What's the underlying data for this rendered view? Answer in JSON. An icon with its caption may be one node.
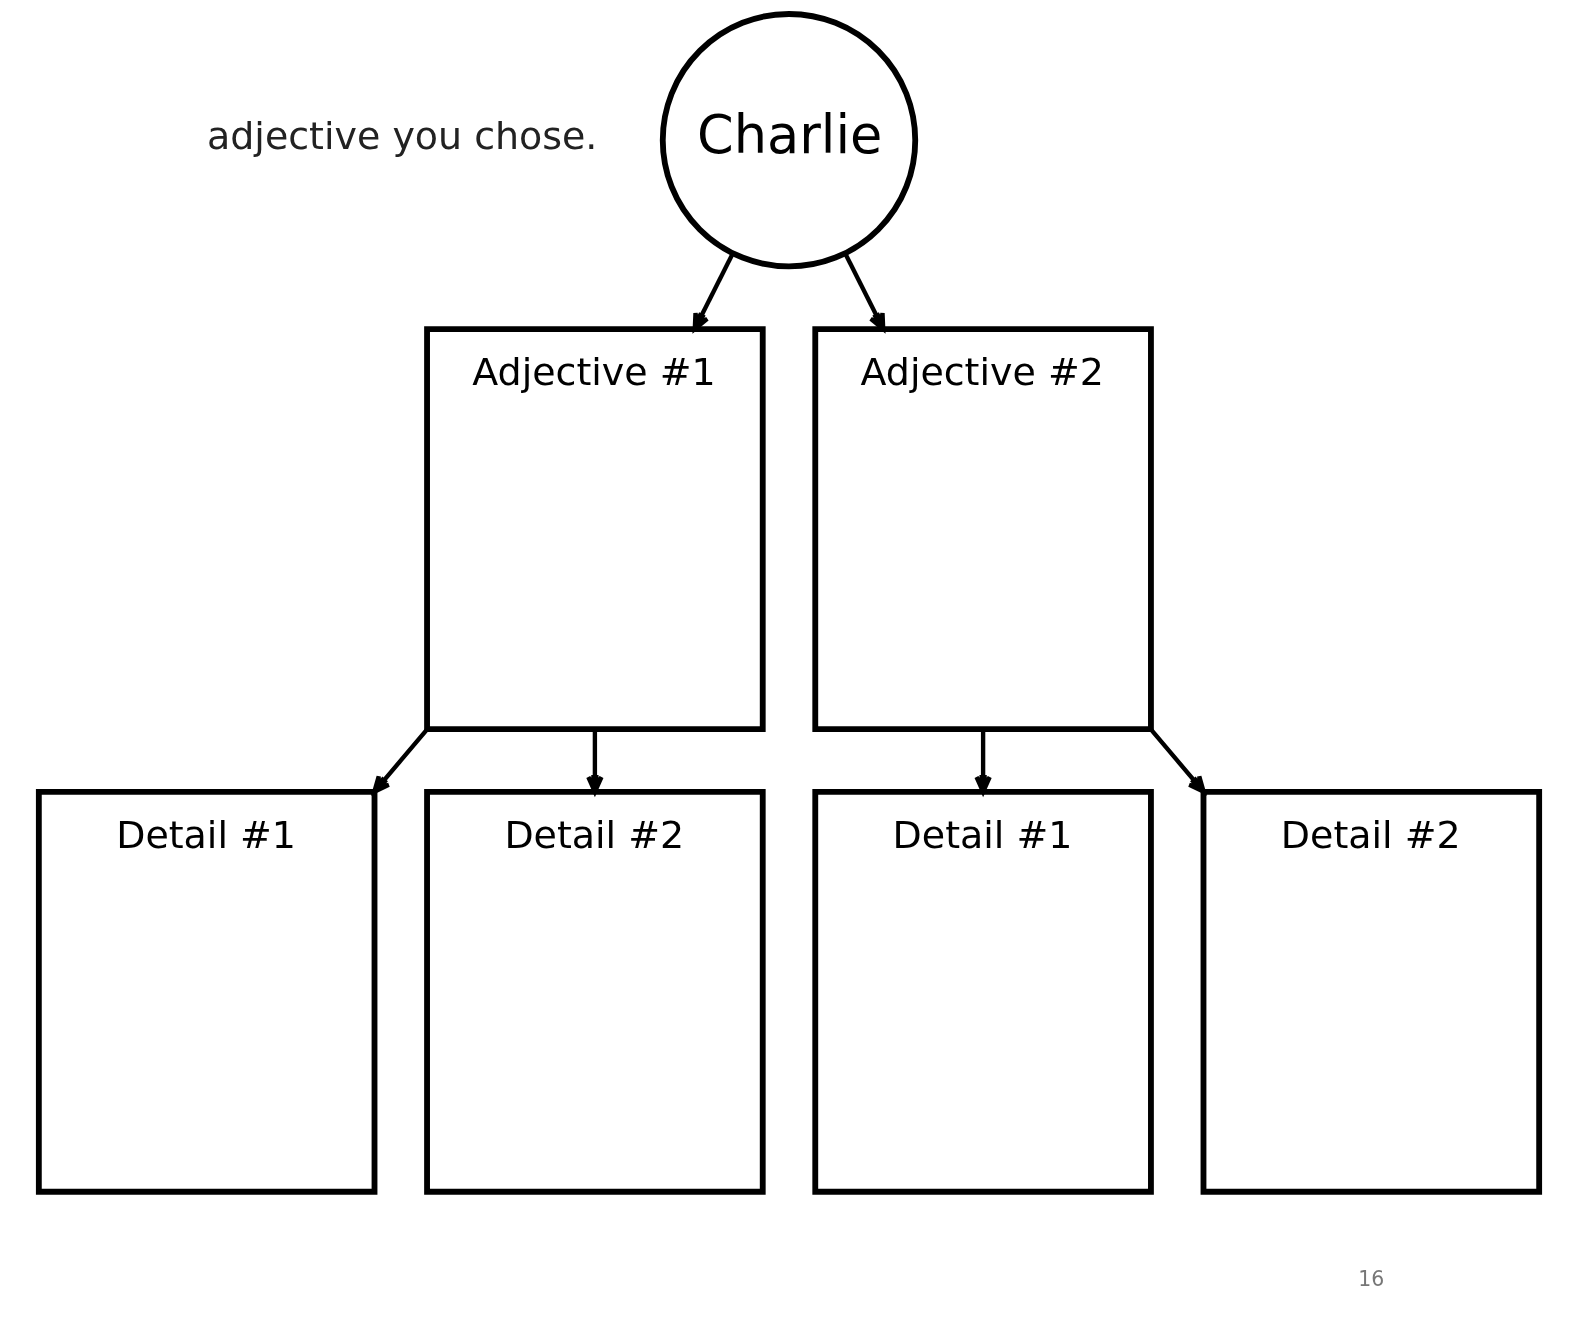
{
  "diagram": {
    "nodes": [
      {
        "text": [
          "Charlie"
        ]
      },
      {
        "text": [
          "Adjective #1"
        ]
      },
      {
        "text": [
          "Adjective #2"
        ]
      },
      {
        "text": [
          "Detail #1"
        ]
      },
      {
        "text": [
          "Detail #2"
        ]
      },
      {
        "text": [
          "Detail #1"
        ]
      },
      {
        "text": [
          "Detail #2"
        ]
      }
    ],
    "edges": [
      {
        "from": 0,
        "to": 1,
        "arrow": "to"
      },
      {
        "from": 0,
        "to": 2,
        "arrow": "to"
      },
      {
        "from": 1,
        "to": 3,
        "arrow": "to"
      },
      {
        "from": 1,
        "to": 4,
        "arrow": "to"
      },
      {
        "from": 2,
        "to": 5,
        "arrow": "to"
      },
      {
        "from": 2,
        "to": 6,
        "arrow": "to"
      }
    ],
    "labels": [
      "adjective you chose.",
      "16"
    ]
  }
}
